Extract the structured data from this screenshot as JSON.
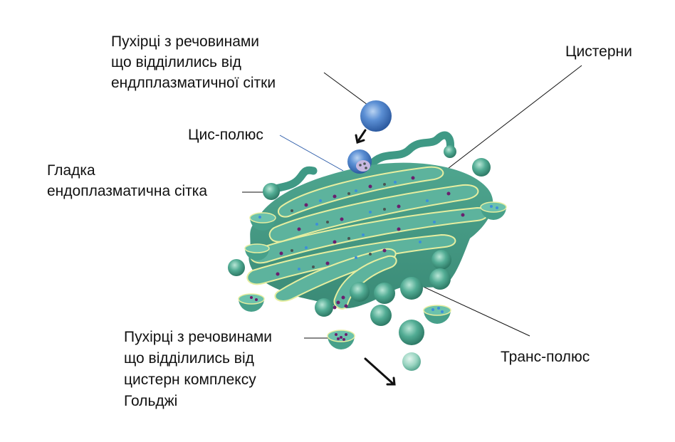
{
  "diagram": {
    "subject": "Golgi apparatus (комплекс Гольджі)",
    "labels": {
      "er_vesicles": {
        "lines": [
          "Пухірці з речовинами",
          "що відділились від",
          "ендлплазматичної сітки"
        ]
      },
      "cisternae": {
        "lines": [
          "Цистерни"
        ]
      },
      "cis_pole": {
        "lines": [
          "Цис-полюс"
        ]
      },
      "smooth_er": {
        "lines": [
          "Гладка",
          "ендоплазматична сітка"
        ]
      },
      "golgi_vesicles": {
        "lines": [
          "Пухірці з речовинами",
          "що відділились від",
          "цистерн комплексу",
          "Гольджі"
        ]
      },
      "trans_pole": {
        "lines": [
          "Транс-полюс"
        ]
      }
    },
    "colors": {
      "membrane": "#4aa08c",
      "membrane_dark": "#2f7d6b",
      "lumen": "#5fb5a0",
      "rim": "#e8f0a0",
      "er_vesicle": "#4a7cc8",
      "cargo_purple": "#6a1f6e",
      "cargo_blue": "#3d8fd8",
      "cargo_grey": "#4a5552",
      "cis_leader": "#2a5aa8"
    },
    "arrows": [
      {
        "name": "incoming-arrow",
        "direction": "down-left"
      },
      {
        "name": "outgoing-arrow",
        "direction": "down-right"
      }
    ]
  }
}
